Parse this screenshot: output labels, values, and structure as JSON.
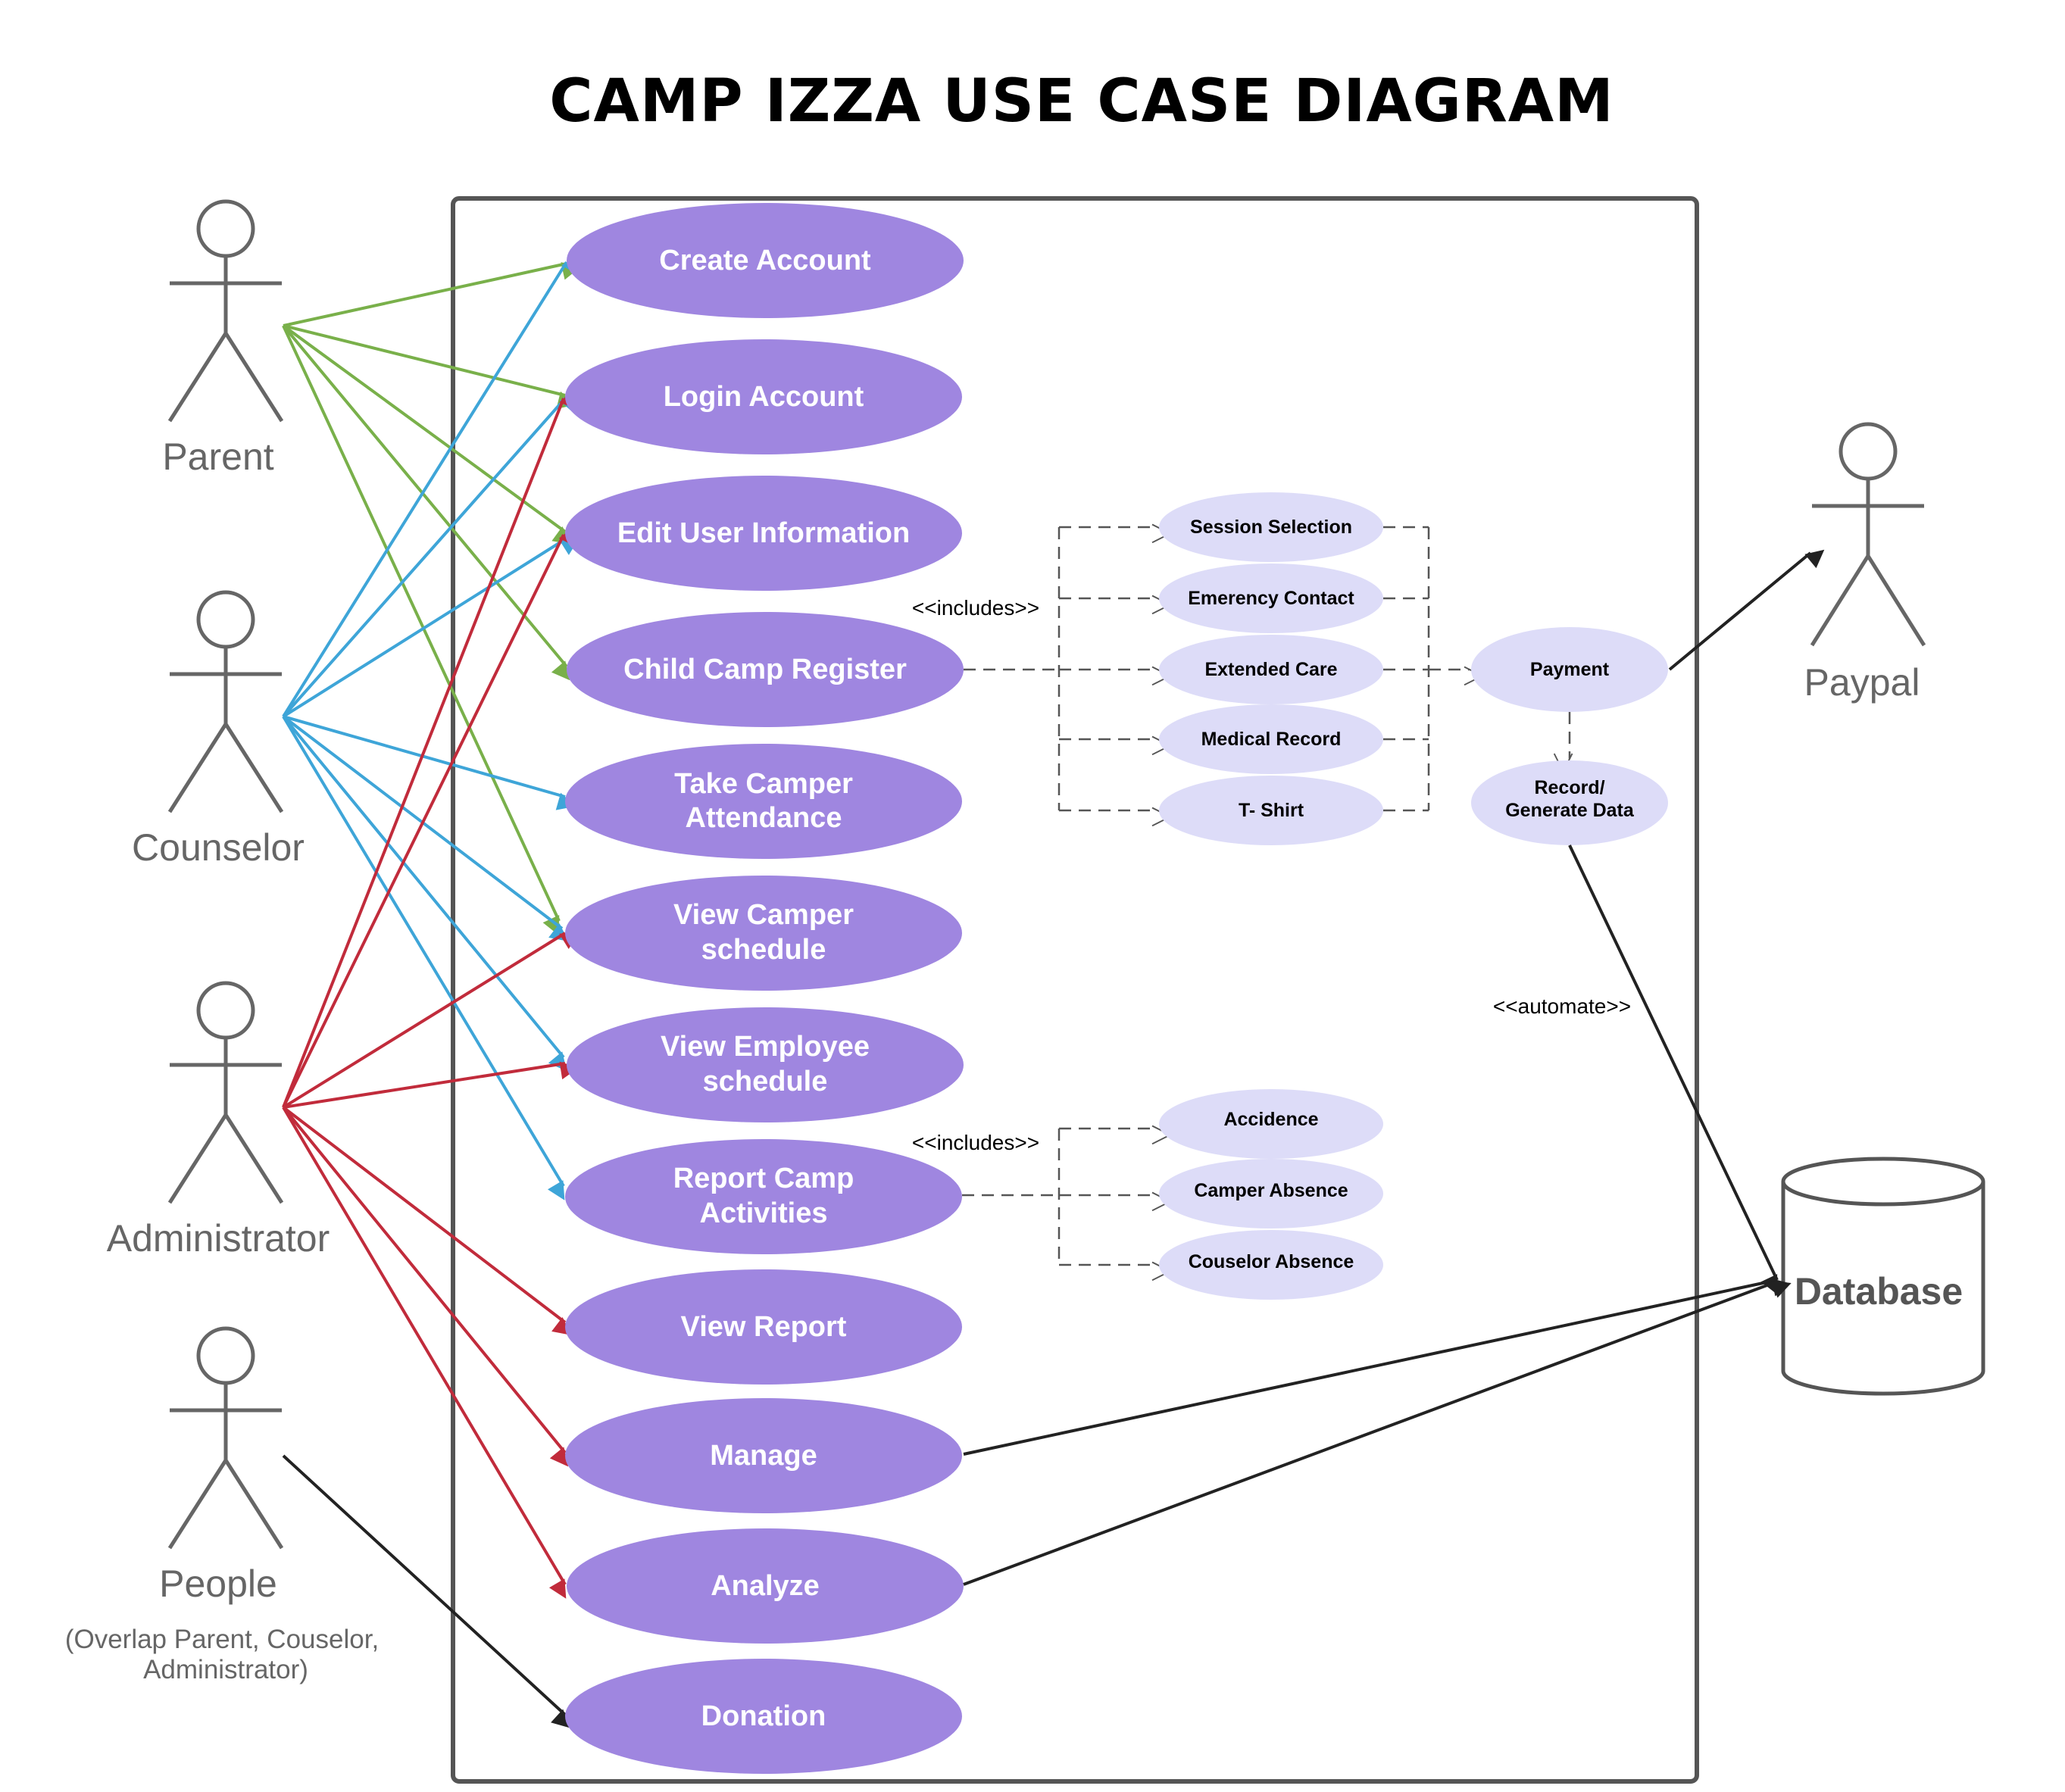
{
  "title": "CAMP IZZA USE CASE DIAGRAM",
  "colors": {
    "use_case_fill": "#9F86E0",
    "sub_use_case_fill": "#DDDCF8",
    "parent_line": "#79B04A",
    "counselor_line": "#3EA5D8",
    "administrator_line": "#C12B3B",
    "dark_line": "#222222",
    "actor_stroke": "#666666",
    "boundary_stroke": "#555555"
  },
  "actors": {
    "parent": {
      "label": "Parent"
    },
    "counselor": {
      "label": "Counselor"
    },
    "administrator": {
      "label": "Administrator"
    },
    "people": {
      "label": "People",
      "note_line1": "(Overlap Parent, Couselor,",
      "note_line2": "Administrator)"
    },
    "paypal": {
      "label": "Paypal"
    }
  },
  "use_cases": {
    "create_account": {
      "line1": "Create Account"
    },
    "login_account": {
      "line1": "Login Account"
    },
    "edit_user_information": {
      "line1": "Edit User Information"
    },
    "child_camp_register": {
      "line1": "Child Camp Register"
    },
    "take_camper_attendance": {
      "line1": "Take Camper",
      "line2": "Attendance"
    },
    "view_camper_schedule": {
      "line1": "View Camper",
      "line2": "schedule"
    },
    "view_employee_schedule": {
      "line1": "View Employee",
      "line2": "schedule"
    },
    "report_camp_activities": {
      "line1": "Report Camp",
      "line2": "Activities"
    },
    "view_report": {
      "line1": "View Report"
    },
    "manage": {
      "line1": "Manage"
    },
    "analyze": {
      "line1": "Analyze"
    },
    "donation": {
      "line1": "Donation"
    }
  },
  "register_includes": {
    "stereotype": "<<includes>>",
    "items": {
      "session_selection": "Session Selection",
      "emergency_contact": "Emerency Contact",
      "extended_care": "Extended Care",
      "medical_record": "Medical Record",
      "t_shirt": "T- Shirt"
    }
  },
  "payment": {
    "label": "Payment"
  },
  "record_generate": {
    "line1": "Record/",
    "line2": "Generate Data"
  },
  "automate": {
    "stereotype": "<<automate>>"
  },
  "report_includes": {
    "stereotype": "<<includes>>",
    "items": {
      "accidence": "Accidence",
      "camper_absence": "Camper Absence",
      "couselor_absence": "Couselor Absence"
    }
  },
  "database": {
    "label": "Database"
  }
}
